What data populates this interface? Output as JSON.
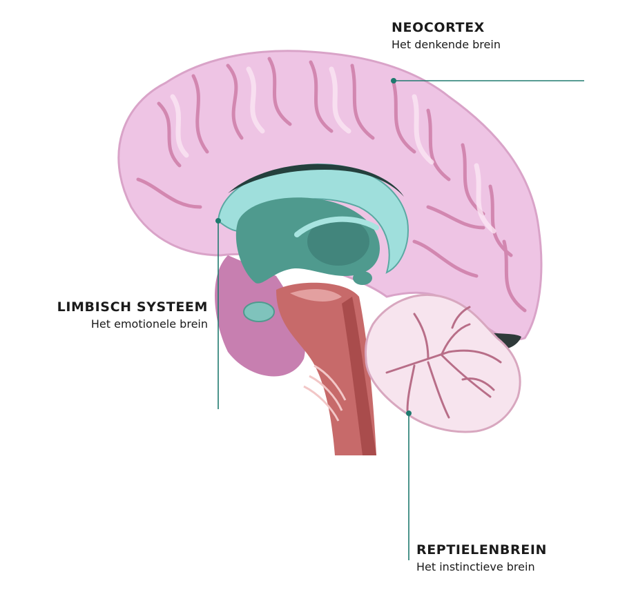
{
  "labels": {
    "neocortex": {
      "title": "NEOCORTEX",
      "subtitle": "Het denkende brein"
    },
    "limbic": {
      "title": "LIMBISCH SYSTEEM",
      "subtitle": "Het emotionele brein"
    },
    "reptile": {
      "title": "REPTIELENBREIN",
      "subtitle": "Het instinctieve brein"
    }
  },
  "colors": {
    "cortex": "#eec4e4",
    "cortex_dark": "#c9739f",
    "limbic_teal": "#4f9a8e",
    "limbic_light": "#9fdfdc",
    "limbic_pink": "#c77fb0",
    "brainstem": "#c76a6a",
    "cerebellum": "#f7e4ee",
    "leader_line": "#1e7a6e"
  }
}
